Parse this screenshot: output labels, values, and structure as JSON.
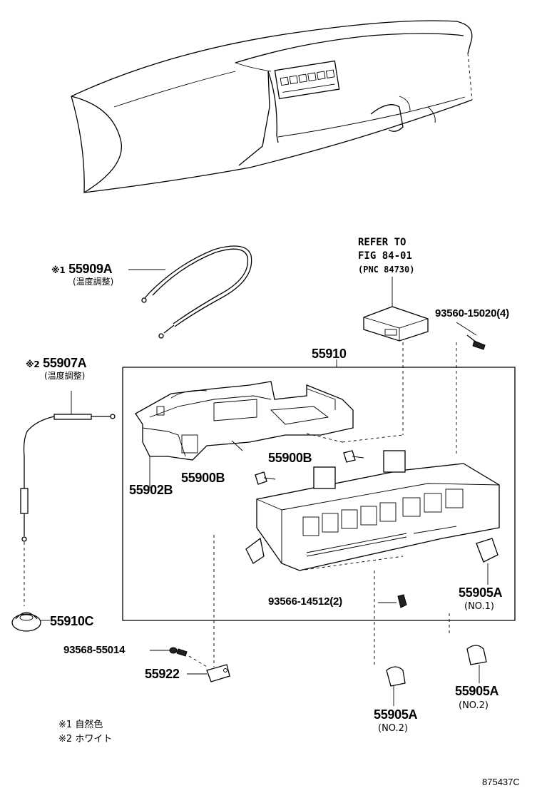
{
  "figure_code": "875437C",
  "refer": {
    "line1": "REFER TO",
    "line2": "FIG 84-01",
    "line3": "(PNC 84730)"
  },
  "parts": {
    "p55909A": {
      "mark": "※1",
      "number": "55909A",
      "desc": "(温度調整)"
    },
    "p55907A": {
      "mark": "※2",
      "number": "55907A",
      "desc": "(温度調整)"
    },
    "p55910": {
      "number": "55910"
    },
    "p93560": {
      "number": "93560-15020(4)"
    },
    "p55900B_a": {
      "number": "55900B"
    },
    "p55900B_b": {
      "number": "55900B"
    },
    "p55902B": {
      "number": "55902B"
    },
    "p93566": {
      "number": "93566-14512(2)"
    },
    "p55905A_no1": {
      "number": "55905A",
      "desc": "(NO.1)"
    },
    "p55905A_no2a": {
      "number": "55905A",
      "desc": "(NO.2)"
    },
    "p55905A_no2b": {
      "number": "55905A",
      "desc": "(NO.2)"
    },
    "p55910C": {
      "number": "55910C"
    },
    "p93568": {
      "number": "93568-55014"
    },
    "p55922": {
      "number": "55922"
    }
  },
  "notes": [
    {
      "mark": "※1",
      "text": "自然色"
    },
    {
      "mark": "※2",
      "text": "ホワイト"
    }
  ]
}
